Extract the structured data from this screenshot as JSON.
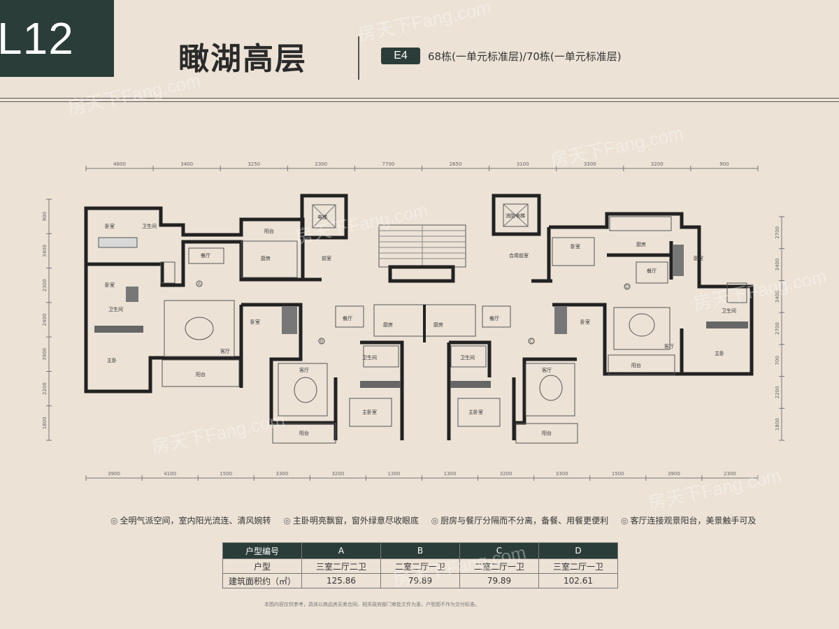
{
  "header": {
    "badge": "L12",
    "title": "瞰湖高层",
    "tag": "E4",
    "subtitle": "68栋(一单元标准层)/70栋(一单元标准层)"
  },
  "dimensions": {
    "top": [
      "4600",
      "3400",
      "3250",
      "2300",
      "7700",
      "2650",
      "3100",
      "3300",
      "3200",
      "900"
    ],
    "bottom": [
      "3900",
      "4100",
      "1500",
      "3300",
      "3200",
      "1300",
      "1300",
      "3200",
      "3300",
      "1500",
      "3900",
      "2300"
    ],
    "left": [
      "900",
      "3400",
      "2300",
      "2400",
      "3900",
      "2200",
      "1800"
    ],
    "right": [
      "2700",
      "3400",
      "3400",
      "2700",
      "700",
      "2200",
      "1800"
    ]
  },
  "unit_labels": [
    "A",
    "B",
    "C",
    "D"
  ],
  "rooms": {
    "bedroom": "卧室",
    "master": "主卧",
    "master2": "主卧室",
    "bath": "卫生间",
    "living": "客厅",
    "dining": "餐厅",
    "kitchen": "厨房",
    "balcony": "阳台",
    "elevator": "电梯",
    "fire_elevator": "消防电梯",
    "lobby": "前室",
    "shared_lobby": "合用前室"
  },
  "features": [
    "全明气派空间，室内阳光流连、清风婉转",
    "主卧明亮飘窗，窗外绿意尽收眼底",
    "厨房与餐厅分隔而不分离，备餐、用餐更便利",
    "客厅连接观景阳台，美景触手可及"
  ],
  "table": {
    "headers": [
      "户型编号",
      "A",
      "B",
      "C",
      "D"
    ],
    "rows": [
      [
        "户型",
        "三室二厅二卫",
        "二室二厅一卫",
        "二室二厅一卫",
        "三室二厅一卫"
      ],
      [
        "建筑面积约（㎡）",
        "125.86",
        "79.89",
        "79.89",
        "102.61"
      ]
    ]
  },
  "note": "本图内容仅供参考，具体以商品房买卖合同、相关政府部门审批文件为准，户型图不作为交付标准。",
  "watermark": "房天下Fang.com"
}
